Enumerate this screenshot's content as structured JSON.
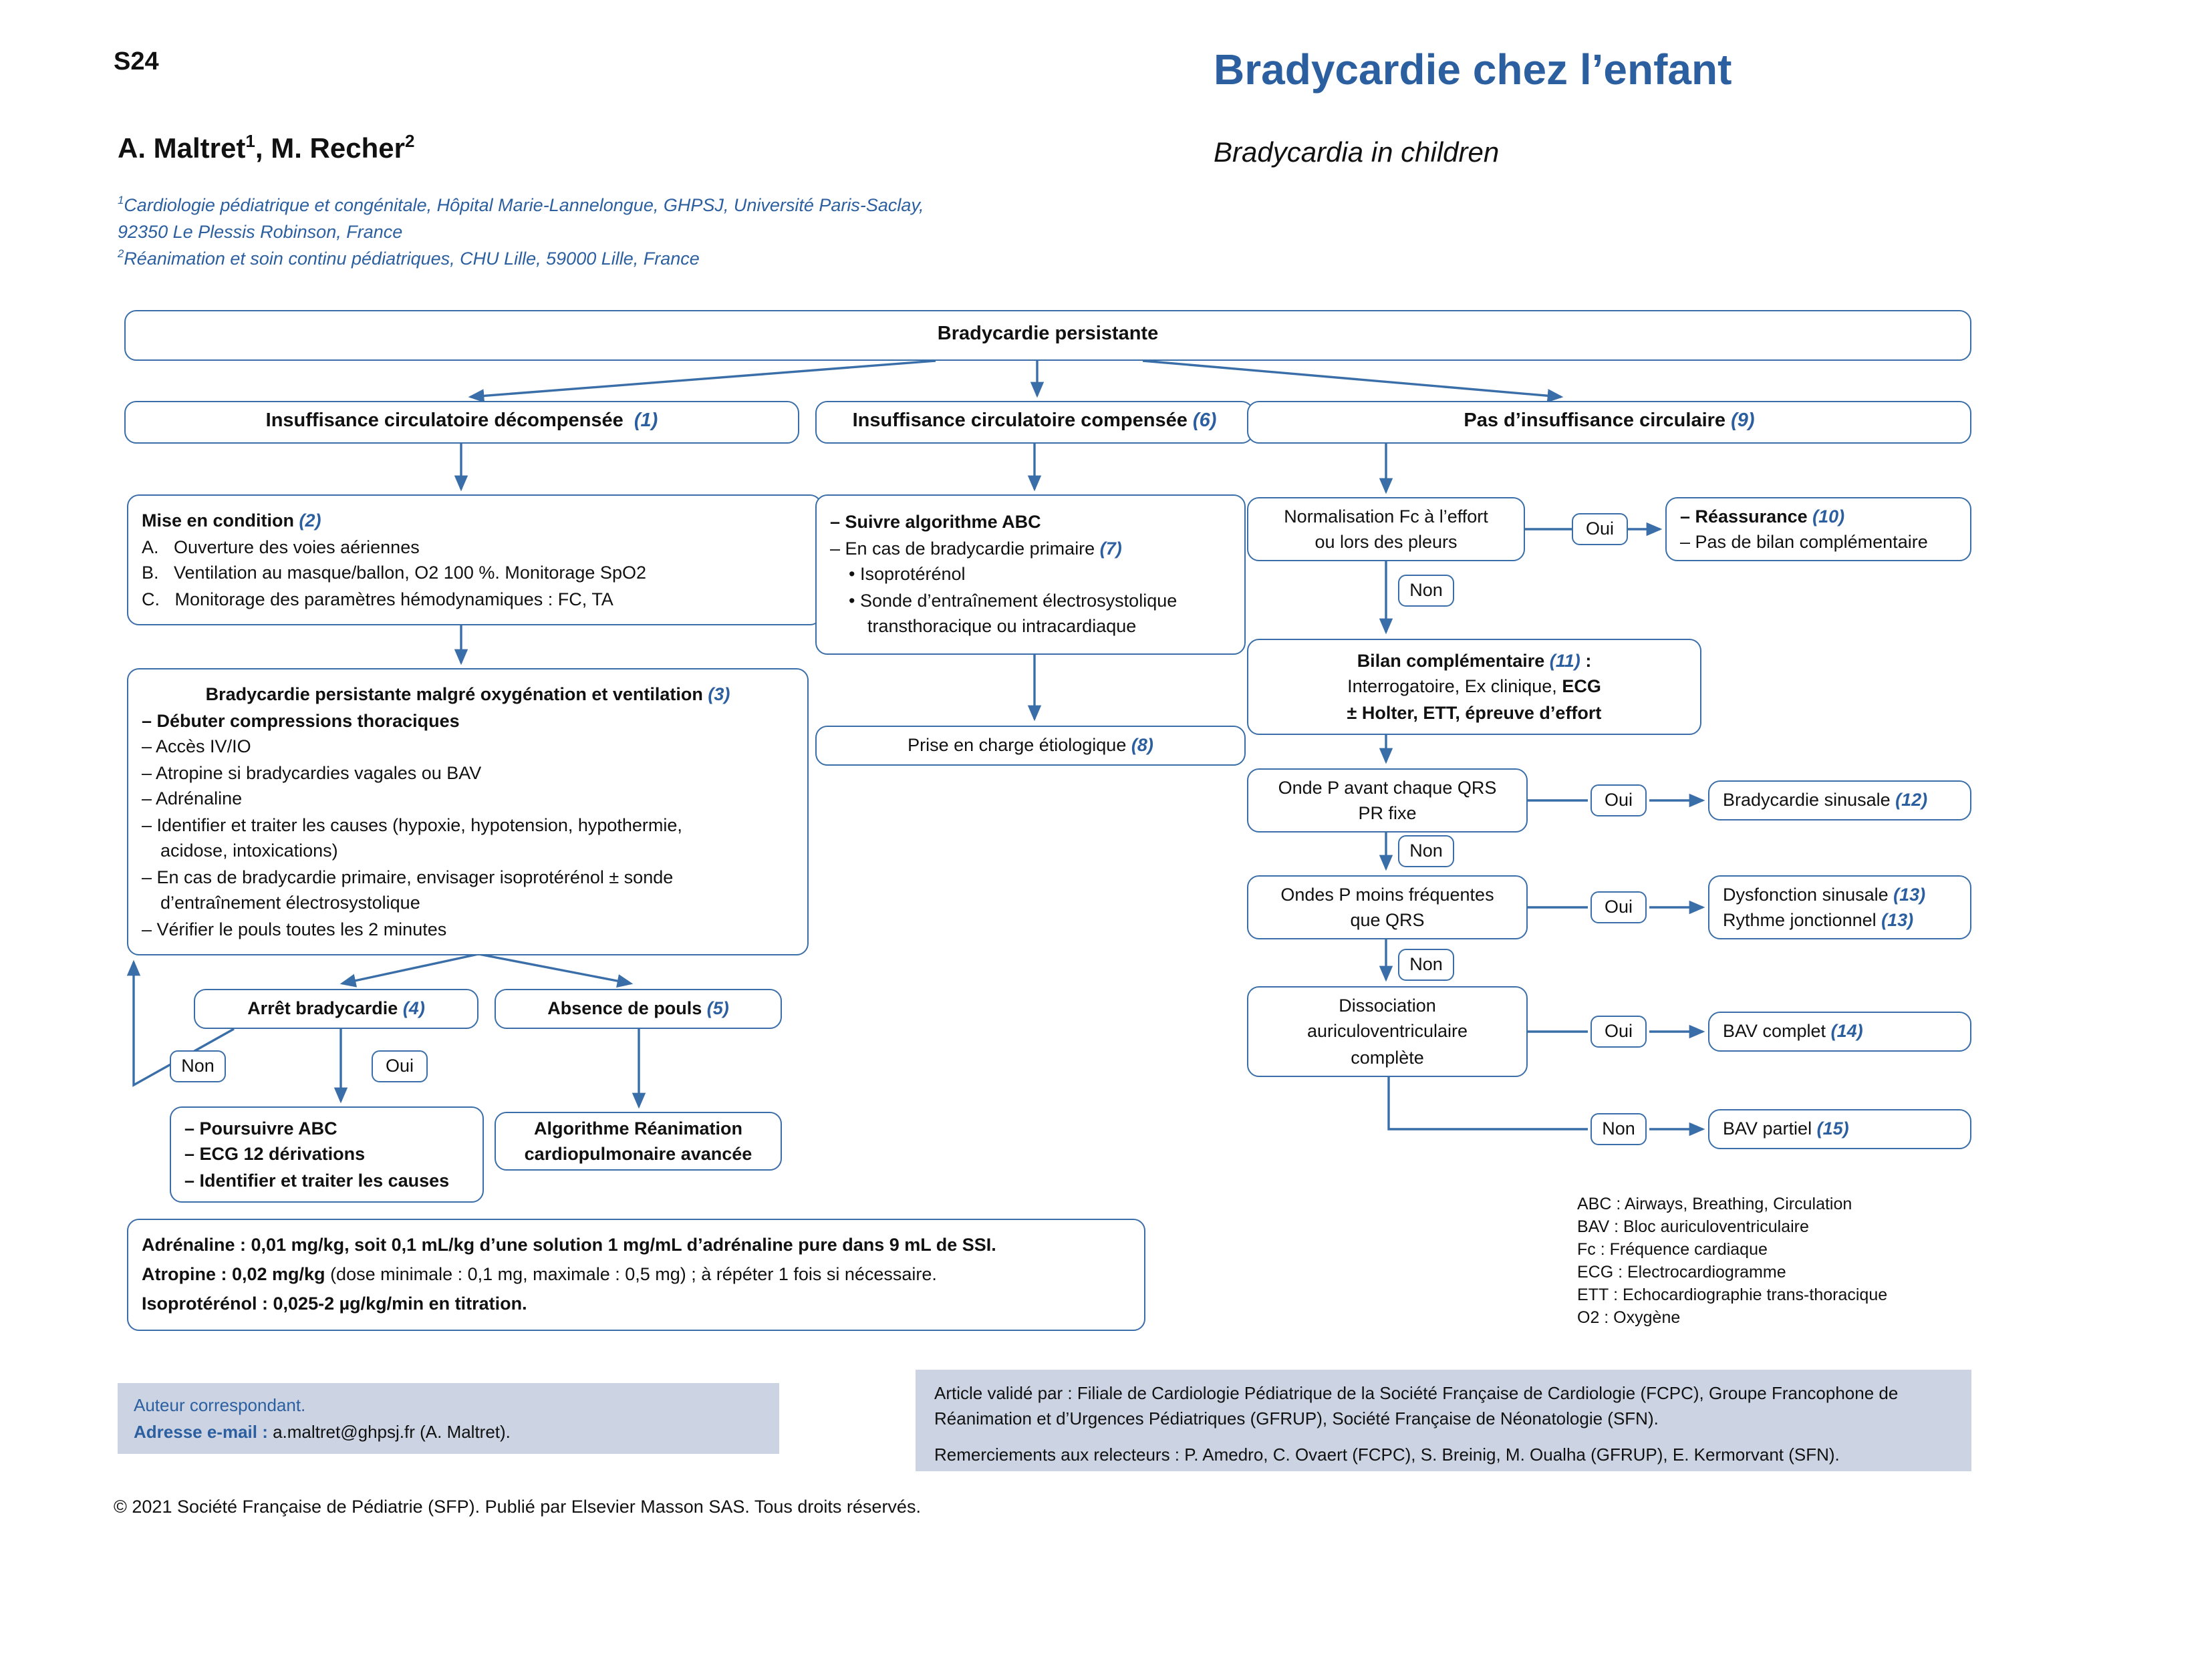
{
  "colors": {
    "accent": "#3a6ea8",
    "number_blue": "#2c5f9f",
    "title_blue": "#2c5f9f",
    "footer_bg": "#ccd4e3"
  },
  "header": {
    "page_number": "S24",
    "title_fr": "Bradycardie chez l’enfant",
    "title_en": "Bradycardia in children",
    "authors": {
      "lines": [
        {
          "segs": [
            {
              "t": "A. Maltret",
              "b": true
            },
            {
              "t": "1",
              "b": true,
              "sup": true
            },
            {
              "t": ", M. Recher",
              "b": true
            },
            {
              "t": "2",
              "b": true,
              "sup": true
            }
          ]
        }
      ]
    },
    "affiliations": {
      "lines": [
        {
          "segs": [
            {
              "t": "1",
              "sup": true
            },
            {
              "t": "Cardiologie pédiatrique et congénitale, Hôpital Marie-Lannelongue, GHPSJ, Université Paris-Saclay,"
            }
          ]
        },
        {
          "segs": [
            {
              "t": "92350 Le Plessis Robinson, France"
            }
          ]
        },
        {
          "segs": [
            {
              "t": "2",
              "sup": true
            },
            {
              "t": "Réanimation et soin continu pédiatriques, CHU Lille, 59000 Lille, France"
            }
          ]
        }
      ]
    }
  },
  "flowchart": {
    "labels": {
      "oui": "Oui",
      "non": "Non"
    },
    "nodes": {
      "top": {
        "lines": [
          {
            "center": true,
            "segs": [
              {
                "t": "Bradycardie persistante",
                "b": true
              }
            ]
          }
        ]
      },
      "header_left": {
        "lines": [
          {
            "center": true,
            "segs": [
              {
                "t": "Insuffisance circulatoire décompensée  ",
                "b": true
              },
              {
                "t": "(1)",
                "b": true,
                "i": true,
                "c": "blue"
              }
            ]
          }
        ]
      },
      "header_mid": {
        "lines": [
          {
            "center": true,
            "segs": [
              {
                "t": "Insuffisance circulatoire compensée ",
                "b": true
              },
              {
                "t": "(6)",
                "b": true,
                "i": true,
                "c": "blue"
              }
            ]
          }
        ]
      },
      "header_right": {
        "lines": [
          {
            "center": true,
            "segs": [
              {
                "t": "Pas d’insuffisance circulaire ",
                "b": true
              },
              {
                "t": "(9)",
                "b": true,
                "i": true,
                "c": "blue"
              }
            ]
          }
        ]
      },
      "mise": {
        "lines": [
          {
            "segs": [
              {
                "t": "Mise en condition ",
                "b": true
              },
              {
                "t": "(2)",
                "b": true,
                "i": true,
                "c": "blue"
              }
            ]
          },
          {
            "segs": [
              {
                "t": "A.   Ouverture des voies aériennes"
              }
            ]
          },
          {
            "segs": [
              {
                "t": "B.   Ventilation au masque/ballon, O2 100 %. Monitorage SpO2"
              }
            ]
          },
          {
            "segs": [
              {
                "t": "C.   Monitorage des paramètres hémodynamiques : FC, TA"
              }
            ]
          }
        ]
      },
      "abc": {
        "lines": [
          {
            "segs": [
              {
                "t": "– Suivre algorithme ABC",
                "b": true
              }
            ]
          },
          {
            "segs": [
              {
                "t": "– En cas de bradycardie primaire "
              },
              {
                "t": "(7)",
                "b": true,
                "i": true,
                "c": "blue"
              }
            ]
          },
          {
            "indent": 1,
            "segs": [
              {
                "t": "• Isoprotérénol"
              }
            ]
          },
          {
            "indent": 1,
            "segs": [
              {
                "t": "• Sonde d’entraînement électrosystolique"
              }
            ]
          },
          {
            "indent": 2,
            "segs": [
              {
                "t": "transthoracique ou intracardiaque"
              }
            ]
          }
        ]
      },
      "normalisation": {
        "lines": [
          {
            "center": true,
            "segs": [
              {
                "t": "Normalisation Fc à l’effort"
              }
            ]
          },
          {
            "center": true,
            "segs": [
              {
                "t": "ou lors des pleurs"
              }
            ]
          }
        ]
      },
      "reassurance": {
        "lines": [
          {
            "segs": [
              {
                "t": "– Réassurance ",
                "b": true
              },
              {
                "t": "(10)",
                "b": true,
                "i": true,
                "c": "blue"
              }
            ]
          },
          {
            "segs": [
              {
                "t": "– Pas de bilan complémentaire"
              }
            ]
          }
        ]
      },
      "big": {
        "lines": [
          {
            "center": true,
            "segs": [
              {
                "t": "Bradycardie persistante malgré oxygénation et ventilation ",
                "b": true
              },
              {
                "t": "(3)",
                "b": true,
                "i": true,
                "c": "blue"
              }
            ]
          },
          {
            "segs": [
              {
                "t": "– Débuter compressions thoraciques",
                "b": true
              }
            ]
          },
          {
            "segs": [
              {
                "t": "– Accès IV/IO"
              }
            ]
          },
          {
            "segs": [
              {
                "t": "– Atropine si bradycardies vagales ou BAV"
              }
            ]
          },
          {
            "segs": [
              {
                "t": "– Adrénaline"
              }
            ]
          },
          {
            "segs": [
              {
                "t": "– Identifier et traiter les causes (hypoxie, hypotension, hypothermie,"
              }
            ]
          },
          {
            "indent": 1,
            "segs": [
              {
                "t": "acidose, intoxications)"
              }
            ]
          },
          {
            "segs": [
              {
                "t": "– En cas de bradycardie primaire, envisager isoprotérénol ± sonde"
              }
            ]
          },
          {
            "indent": 1,
            "segs": [
              {
                "t": "d’entraînement électrosystolique"
              }
            ]
          },
          {
            "segs": [
              {
                "t": "– Vérifier le pouls toutes les 2 minutes"
              }
            ]
          }
        ]
      },
      "bilan": {
        "lines": [
          {
            "center": true,
            "segs": [
              {
                "t": "Bilan complémentaire ",
                "b": true
              },
              {
                "t": "(11)",
                "b": true,
                "i": true,
                "c": "blue"
              },
              {
                "t": " :",
                "b": true
              }
            ]
          },
          {
            "center": true,
            "segs": [
              {
                "t": "Interrogatoire, Ex clinique, "
              },
              {
                "t": "ECG",
                "b": true
              }
            ]
          },
          {
            "center": true,
            "segs": [
              {
                "t": "± Holter, ETT, épreuve d’effort",
                "b": true
              }
            ]
          }
        ]
      },
      "prise": {
        "lines": [
          {
            "center": true,
            "segs": [
              {
                "t": "Prise en charge étiologique "
              },
              {
                "t": "(8)",
                "b": true,
                "i": true,
                "c": "blue"
              }
            ]
          }
        ]
      },
      "onde_p": {
        "lines": [
          {
            "center": true,
            "segs": [
              {
                "t": "Onde P avant chaque QRS"
              }
            ]
          },
          {
            "center": true,
            "segs": [
              {
                "t": "PR fixe"
              }
            ]
          }
        ]
      },
      "sinusale": {
        "lines": [
          {
            "segs": [
              {
                "t": "Bradycardie sinusale "
              },
              {
                "t": "(12)",
                "b": true,
                "i": true,
                "c": "blue"
              }
            ]
          }
        ]
      },
      "ondes_p": {
        "lines": [
          {
            "center": true,
            "segs": [
              {
                "t": "Ondes P moins fréquentes"
              }
            ]
          },
          {
            "center": true,
            "segs": [
              {
                "t": "que QRS"
              }
            ]
          }
        ]
      },
      "dysfonction": {
        "lines": [
          {
            "segs": [
              {
                "t": "Dysfonction sinusale "
              },
              {
                "t": "(13)",
                "b": true,
                "i": true,
                "c": "blue"
              }
            ]
          },
          {
            "segs": [
              {
                "t": "Rythme jonctionnel "
              },
              {
                "t": "(13)",
                "b": true,
                "i": true,
                "c": "blue"
              }
            ]
          }
        ]
      },
      "dissociation": {
        "lines": [
          {
            "center": true,
            "segs": [
              {
                "t": "Dissociation"
              }
            ]
          },
          {
            "center": true,
            "segs": [
              {
                "t": "auriculoventriculaire"
              }
            ]
          },
          {
            "center": true,
            "segs": [
              {
                "t": "complète"
              }
            ]
          }
        ]
      },
      "bav_complet": {
        "lines": [
          {
            "segs": [
              {
                "t": "BAV complet "
              },
              {
                "t": "(14)",
                "b": true,
                "i": true,
                "c": "blue"
              }
            ]
          }
        ]
      },
      "bav_partiel": {
        "lines": [
          {
            "segs": [
              {
                "t": "BAV partiel "
              },
              {
                "t": "(15)",
                "b": true,
                "i": true,
                "c": "blue"
              }
            ]
          }
        ]
      },
      "arret": {
        "lines": [
          {
            "center": true,
            "segs": [
              {
                "t": "Arrêt bradycardie ",
                "b": true
              },
              {
                "t": "(4)",
                "b": true,
                "i": true,
                "c": "blue"
              }
            ]
          }
        ]
      },
      "absence": {
        "lines": [
          {
            "center": true,
            "segs": [
              {
                "t": "Absence de pouls ",
                "b": true
              },
              {
                "t": "(5)",
                "b": true,
                "i": true,
                "c": "blue"
              }
            ]
          }
        ]
      },
      "poursuivre": {
        "lines": [
          {
            "segs": [
              {
                "t": "– Poursuivre ABC",
                "b": true
              }
            ]
          },
          {
            "segs": [
              {
                "t": "– ECG 12 dérivations",
                "b": true
              }
            ]
          },
          {
            "segs": [
              {
                "t": "– Identifier et traiter les causes",
                "b": true
              }
            ]
          }
        ]
      },
      "algo": {
        "lines": [
          {
            "center": true,
            "segs": [
              {
                "t": "Algorithme Réanimation",
                "b": true
              }
            ]
          },
          {
            "center": true,
            "segs": [
              {
                "t": "cardiopulmonaire avancée",
                "b": true
              }
            ]
          }
        ]
      },
      "doses": {
        "lines": [
          {
            "segs": [
              {
                "t": "Adrénaline : 0,01 mg/kg, soit 0,1 mL/kg d’une solution 1 mg/mL d’adrénaline pure dans 9 mL de SSI.",
                "b": true
              }
            ]
          },
          {
            "segs": [
              {
                "t": "Atropine : 0,02 mg/kg ",
                "b": true
              },
              {
                "t": "(dose minimale : 0,1 mg, maximale : 0,5 mg) ; à répéter 1 fois si nécessaire."
              }
            ]
          },
          {
            "segs": [
              {
                "t": "Isoprotérénol : 0,025-2 µg/kg/min en titration.",
                "b": true
              }
            ]
          }
        ]
      }
    }
  },
  "abbreviations": {
    "lines": [
      {
        "segs": [
          {
            "t": "ABC : Airways, Breathing, Circulation"
          }
        ]
      },
      {
        "segs": [
          {
            "t": "BAV : Bloc auriculoventriculaire"
          }
        ]
      },
      {
        "segs": [
          {
            "t": "Fc : Fréquence cardiaque"
          }
        ]
      },
      {
        "segs": [
          {
            "t": "ECG : Electrocardiogramme"
          }
        ]
      },
      {
        "segs": [
          {
            "t": "ETT : Echocardiographie trans-thoracique"
          }
        ]
      },
      {
        "segs": [
          {
            "t": "O2 : Oxygène"
          }
        ]
      }
    ]
  },
  "footer": {
    "correspondence": {
      "lines": [
        {
          "segs": [
            {
              "t": "Auteur correspondant.",
              "c": "blue"
            }
          ]
        },
        {
          "segs": [
            {
              "t": "Adresse e-mail : ",
              "b": true,
              "c": "blue"
            },
            {
              "t": "a.maltret@ghpsj.fr (A. Maltret)."
            }
          ]
        }
      ]
    },
    "validation_line1": "Article validé par : Filiale de Cardiologie Pédiatrique de la Société Française de Cardiologie (FCPC), Groupe Francophone de Réanimation et d’Urgences Pédiatriques (GFRUP), Société Française de Néonatologie (SFN).",
    "validation_line2": "Remerciements aux relecteurs : P. Amedro, C. Ovaert (FCPC), S. Breinig, M. Oualha (GFRUP), E. Kermorvant (SFN).",
    "copyright": "© 2021 Société Française de Pédiatrie (SFP). Publié par Elsevier Masson SAS. Tous droits réservés."
  }
}
